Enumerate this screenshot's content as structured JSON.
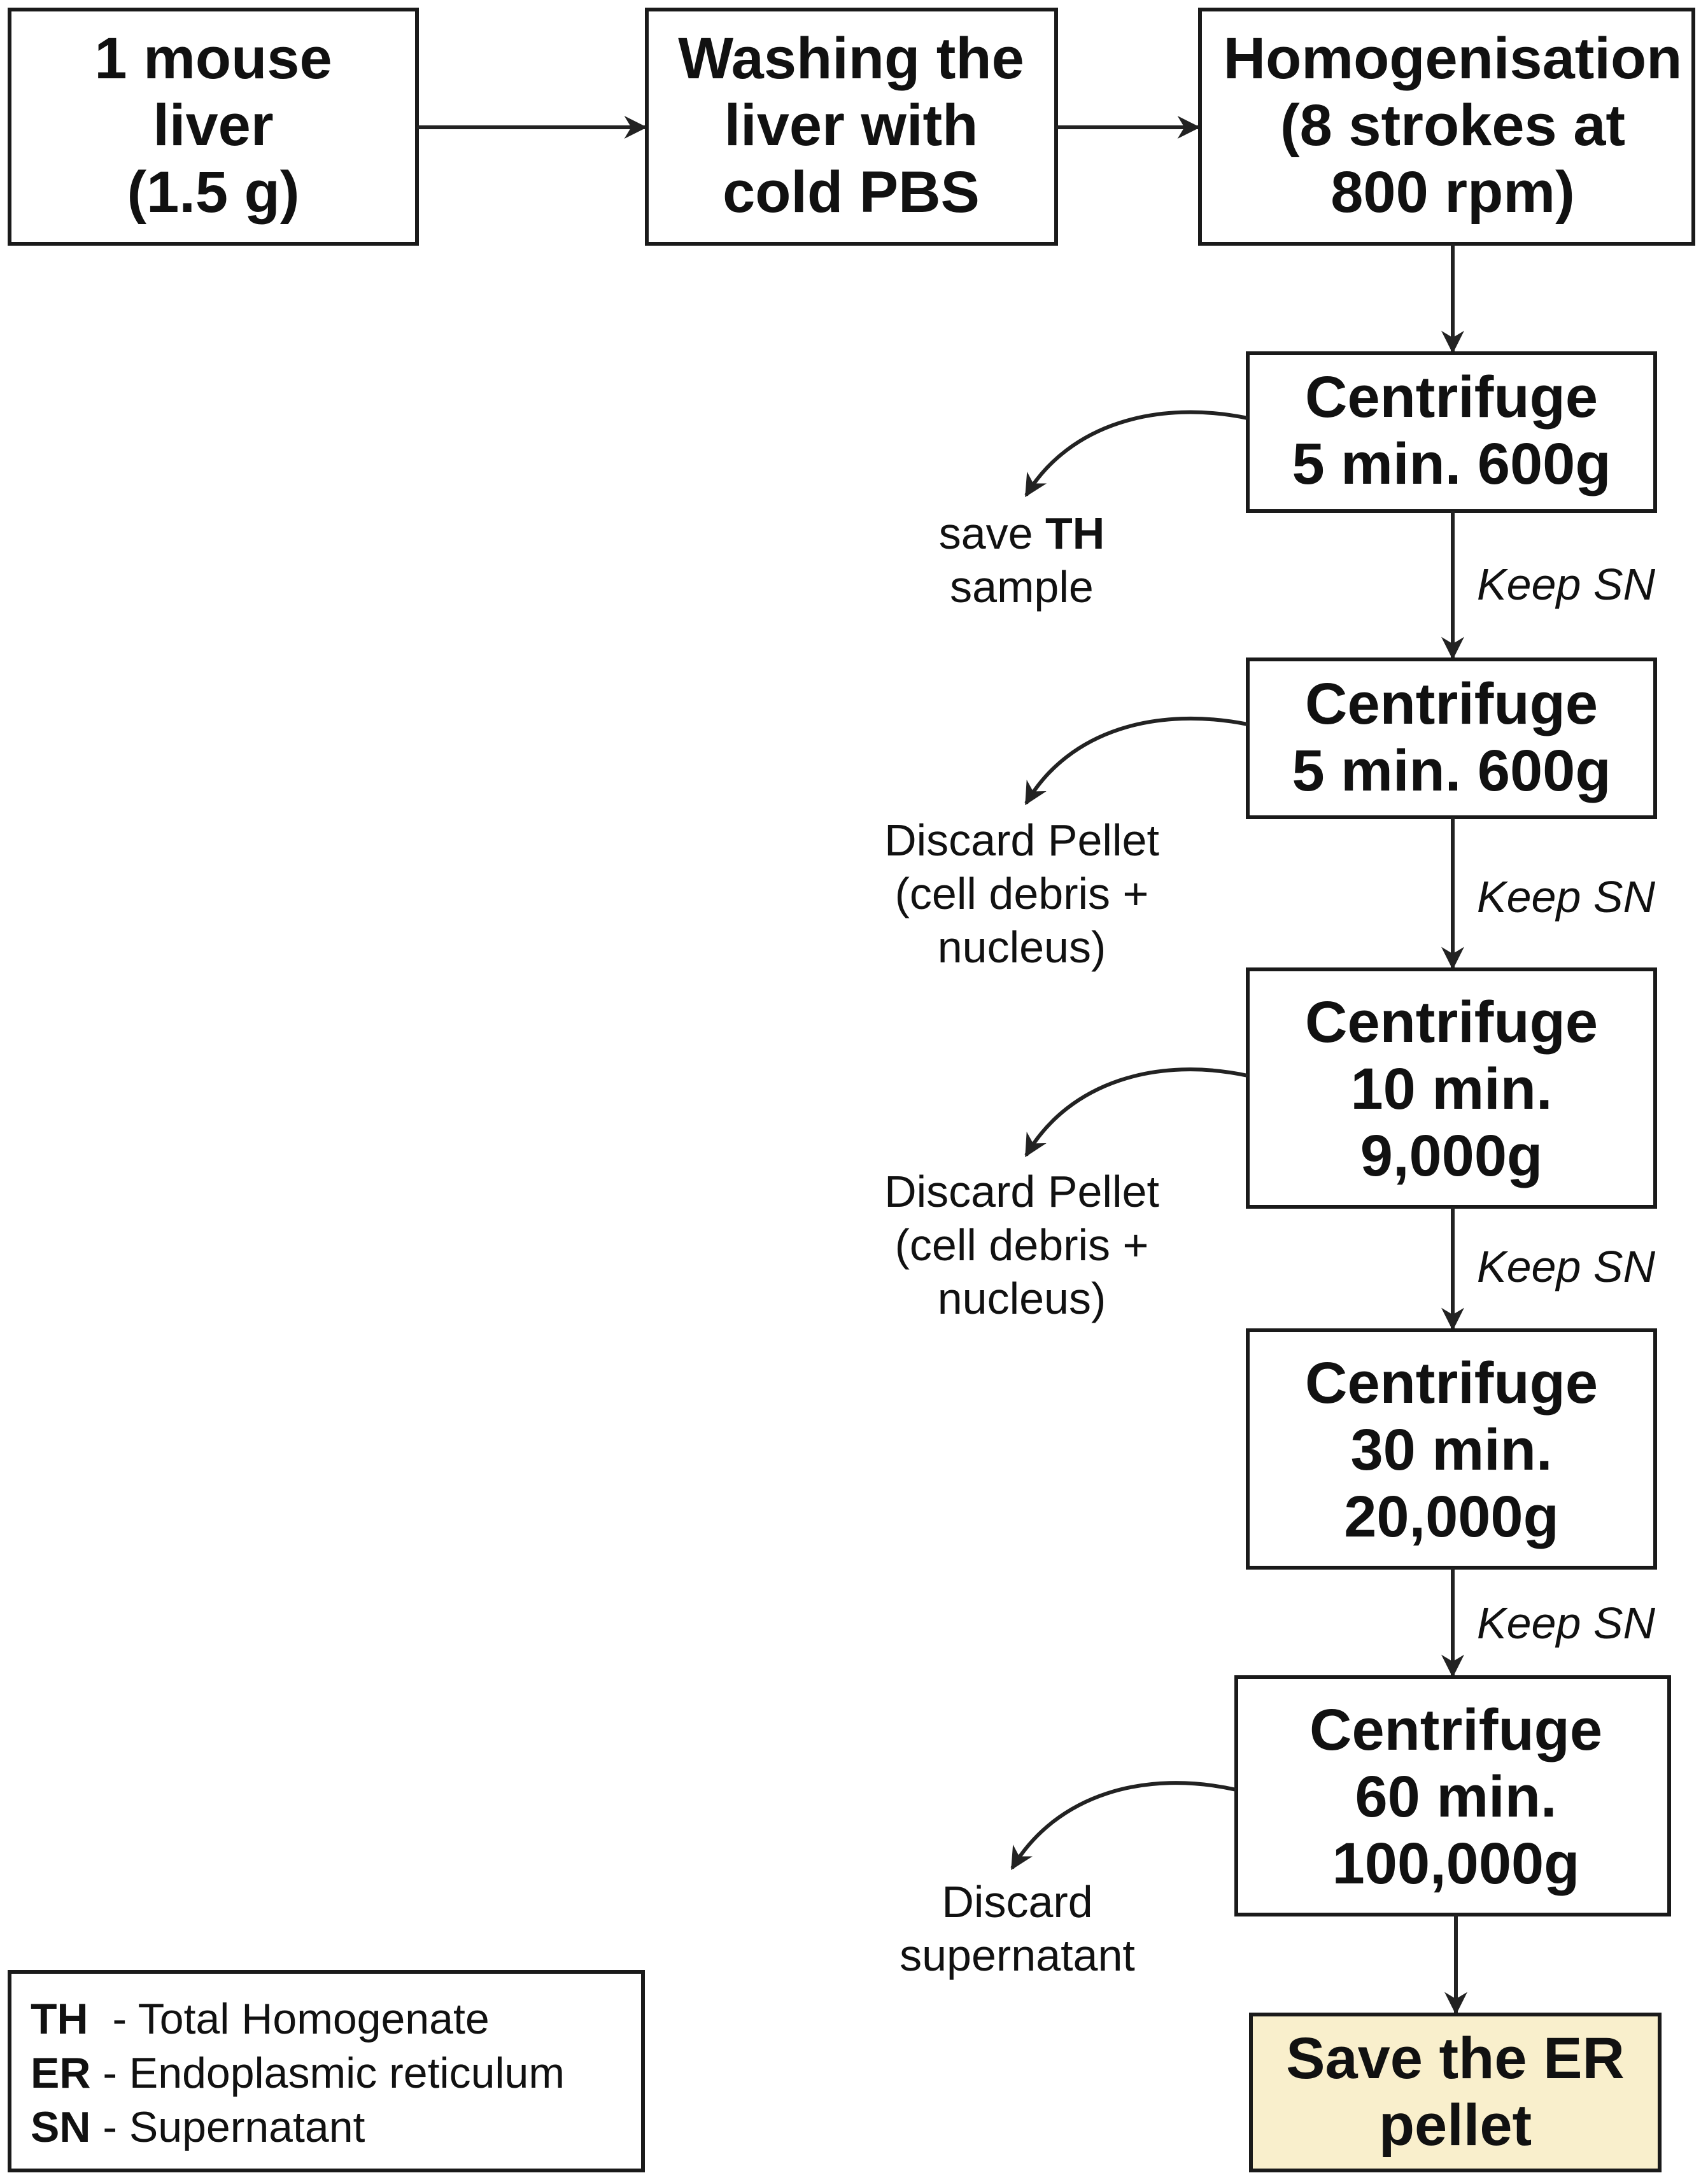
{
  "steps": {
    "start": {
      "lines": [
        "1 mouse",
        "liver",
        "(1.5 g)"
      ]
    },
    "wash": {
      "lines": [
        "Washing the",
        "liver with",
        "cold PBS"
      ]
    },
    "homogenise": {
      "lines": [
        "Homogenisation",
        "(8 strokes at",
        "800 rpm)"
      ]
    },
    "centrifuge": [
      {
        "lines": [
          "Centrifuge",
          "5 min. 600g"
        ]
      },
      {
        "lines": [
          "Centrifuge",
          "5 min. 600g"
        ]
      },
      {
        "lines": [
          "Centrifuge",
          "10 min.",
          "9,000g"
        ]
      },
      {
        "lines": [
          "Centrifuge",
          "30 min.",
          "20,000g"
        ]
      },
      {
        "lines": [
          "Centrifuge",
          "60 min.",
          "100,000g"
        ]
      }
    ],
    "final": {
      "lines": [
        "Save the ER",
        "pellet"
      ]
    }
  },
  "connector_label": "Keep SN",
  "side_outputs": [
    {
      "prefix": "save ",
      "bold": "TH",
      "rest": [
        "sample"
      ]
    },
    {
      "lines": [
        "Discard Pellet",
        "(cell debris +",
        "nucleus)"
      ]
    },
    {
      "lines": [
        "Discard Pellet",
        "(cell debris +",
        "nucleus)"
      ]
    },
    {
      "lines": [
        "Discard",
        "supernatant"
      ]
    }
  ],
  "legend": [
    {
      "abbr": "TH",
      "sep": "  - ",
      "meaning": "Total Homogenate"
    },
    {
      "abbr": "ER",
      "sep": " - ",
      "meaning": "Endoplasmic reticulum"
    },
    {
      "abbr": "SN",
      "sep": " - ",
      "meaning": "Supernatant"
    }
  ]
}
